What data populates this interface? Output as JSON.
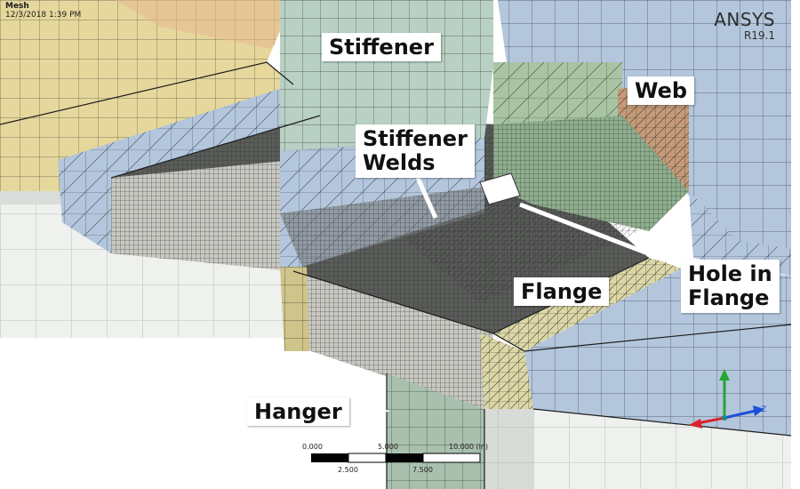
{
  "header": {
    "title": "Mesh",
    "timestamp": "12/3/2018 1:39 PM"
  },
  "brand": {
    "name": "ANSYS",
    "version": "R19.1"
  },
  "labels": {
    "stiffener": "Stiffener",
    "stiffener_welds_line1": "Stiffener",
    "stiffener_welds_line2": "Welds",
    "web": "Web",
    "hole_line1": "Hole in",
    "hole_line2": "Flange",
    "flange": "Flange",
    "hanger": "Hanger"
  },
  "scale_bar": {
    "ticks_top": [
      "0.000",
      "5.000",
      "10.000 (in)"
    ],
    "ticks_bottom": [
      "2.500",
      "7.500"
    ]
  },
  "triad": {
    "x_label": "Z",
    "colors": {
      "x": "#1f4fd8",
      "y": "#22a833",
      "z": "#d8242a"
    }
  },
  "colors": {
    "tan": "#e6d79c",
    "blue_light": "#b3c6dc",
    "blue_mid": "#9fb4cd",
    "green_light": "#bad2b8",
    "green_mid": "#a9c4a3",
    "weld_gray": "#c9c8c2",
    "flange_cream": "#dcd7a6",
    "web_brown": "#c59a78",
    "side_white": "#eff1ef",
    "hanger_green": "#a9c0ae",
    "dark_mesh": "#4c4e4c"
  }
}
